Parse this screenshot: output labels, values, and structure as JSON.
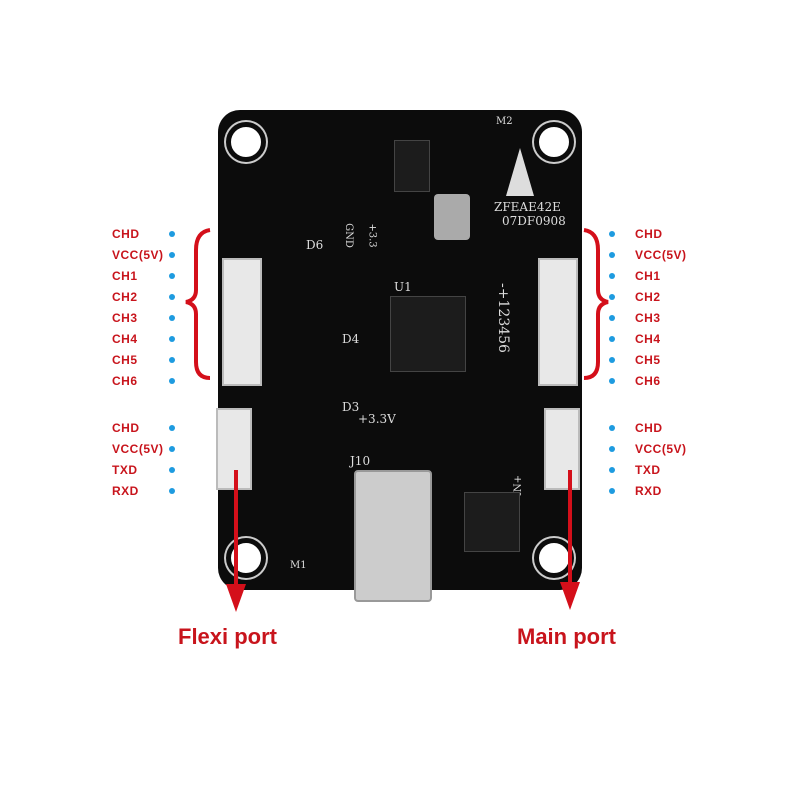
{
  "left_labels": {
    "group1": [
      "CHD",
      "VCC(5V)",
      "CH1",
      "CH2",
      "CH3",
      "CH4",
      "CH5",
      "CH6"
    ],
    "group2": [
      "CHD",
      "VCC(5V)",
      "TXD",
      "RXD"
    ]
  },
  "right_labels": {
    "group1": [
      "CHD",
      "VCC(5V)",
      "CH1",
      "CH2",
      "CH3",
      "CH4",
      "CH5",
      "CH6"
    ],
    "group2": [
      "CHD",
      "VCC(5V)",
      "TXD",
      "RXD"
    ]
  },
  "board": {
    "silkscreen": {
      "code1": "ZFEAE42E",
      "code2": "07DF0908",
      "m2": "M2",
      "m1": "M1",
      "u1": "U1",
      "d6": "D6",
      "d4": "D4",
      "d3": "D3",
      "v33": "+3.3V",
      "gnd": "GND",
      "p33": "+3.3",
      "j10": "J10",
      "in": "IN+",
      "pins": "-+123456"
    }
  },
  "ports": {
    "flexi": "Flexi port",
    "main": "Main port"
  },
  "colors": {
    "label": "#c8141c",
    "dot": "#1e9be0",
    "board": "#0c0c0c"
  }
}
